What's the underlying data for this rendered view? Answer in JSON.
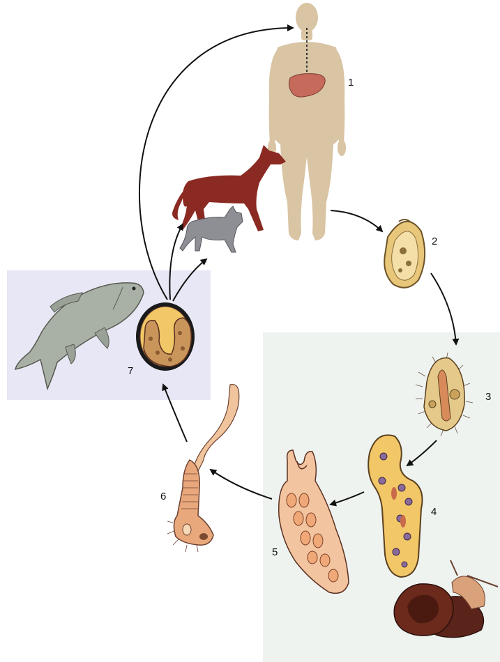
{
  "stage_labels": [
    "1",
    "2",
    "3",
    "4",
    "5",
    "6",
    "7"
  ],
  "colors": {
    "human": "#d9c4a4",
    "liver": "#c66a5c",
    "dog": "#8a2a22",
    "cat": "#8e8e95",
    "fish": "#a9b0a6",
    "fish_panel": "#e8e7f5",
    "water_panel": "#eef3f0",
    "egg": "#e8c67a",
    "larva": "#f0c49c",
    "sporocyst": "#f2c767",
    "snail": "#5b241a",
    "arrow": "#111111"
  },
  "icons": {
    "stage_1": "human-figure-with-liver",
    "definitive_hosts": [
      "dog-icon",
      "cat-icon"
    ],
    "stage_2": "egg-icon",
    "stage_3": "miracidium-icon",
    "stage_4": "sporocyst-icon",
    "snail_host": "snail-icon",
    "stage_5": "redia-icon",
    "stage_6": "cercaria-icon",
    "fish_host": "fish-icon",
    "stage_7": "metacercaria-icon"
  }
}
